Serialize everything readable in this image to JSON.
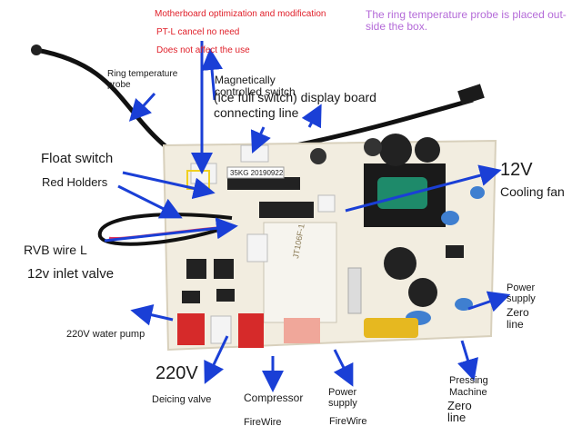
{
  "notes": {
    "line1": "Motherboard optimization and modification",
    "line2": "PT-L cancel no need",
    "line3": "Does not affect the use",
    "probe_note_line1": "The ring temperature probe is placed out-",
    "probe_note_line2": "side the box."
  },
  "labels": {
    "ring_probe_line1": "Ring temperature",
    "ring_probe_line2": "probe",
    "magnetic_line1": "Magnetically",
    "magnetic_line2": "controlled switch",
    "display_line1": "(ice full switch) display board",
    "display_line2": "connecting line",
    "float_switch": "Float switch",
    "red_holders": "Red Holders",
    "rvb_wire": "RVB wire L",
    "inlet_valve": "12v inlet valve",
    "v12": "12V",
    "cooling_fan": "Cooling fan",
    "power_supply_right_line1": "Power",
    "power_supply_right_line2": "supply",
    "zero_line_right_line1": "Zero",
    "zero_line_right_line2": "line",
    "water_pump": "220V water pump",
    "v220": "220V",
    "deicing_valve": "Deicing valve",
    "compressor": "Compressor",
    "firewire_left": "FireWire",
    "power_supply_bottom_line1": "Power",
    "power_supply_bottom_line2": "supply",
    "firewire_right": "FireWire",
    "pressing_line1": "Pressing",
    "pressing_line2": "Machine",
    "zero_bottom_line1": "Zero",
    "zero_bottom_line2": "line"
  },
  "board": {
    "chip_marking": "35KG 20190922",
    "relay_marking": "JT106F-1"
  },
  "colors": {
    "arrow": "#1a3fd6",
    "note_red": "#e0202a",
    "note_pink": "#b46ad8",
    "board": "#f2ede0",
    "pcb_edge": "#d8d0bc"
  }
}
